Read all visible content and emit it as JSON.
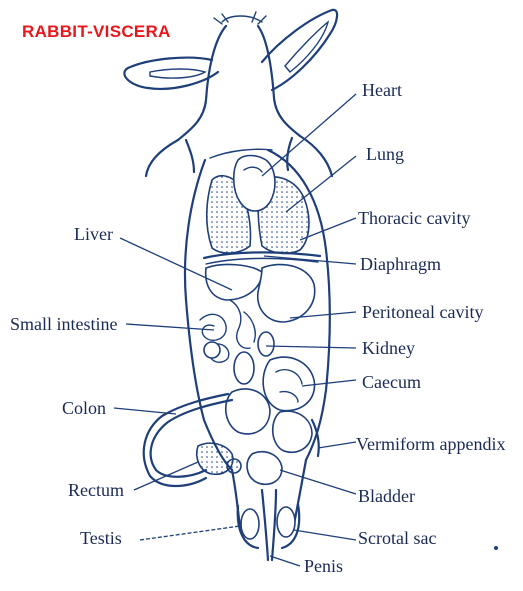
{
  "title": "RABBIT-VISCERA",
  "labels": {
    "heart": "Heart",
    "lung": "Lung",
    "thoracic_cavity": "Thoracic cavity",
    "liver": "Liver",
    "diaphragm": "Diaphragm",
    "small_intestine": "Small intestine",
    "peritoneal_cavity": "Peritoneal cavity",
    "kidney": "Kidney",
    "caecum": "Caecum",
    "colon": "Colon",
    "vermiform_appendix": "Vermiform appendix",
    "rectum": "Rectum",
    "bladder": "Bladder",
    "testis": "Testis",
    "scrotal_sac": "Scrotal sac",
    "penis": "Penis"
  }
}
